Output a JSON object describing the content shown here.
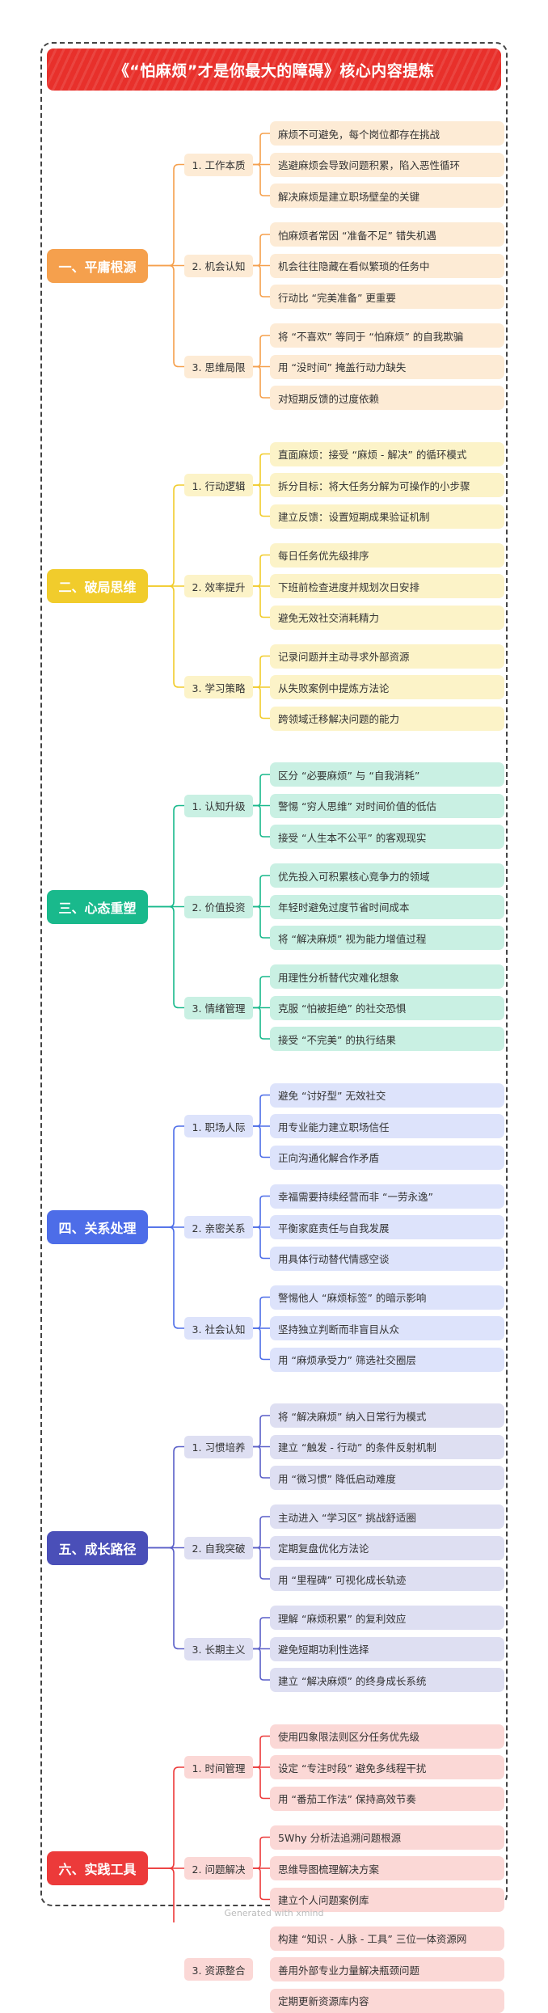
{
  "title": "《“怕麻烦”才是你最大的障碍》核心内容提炼",
  "footer": "Generated with xmind",
  "sections": [
    {
      "label": "一、平庸根源",
      "colors": {
        "main": "#f5a04d",
        "line": "#f5a04d",
        "sub": "#fdebd5",
        "leaf": "#fdebd5"
      },
      "subs": [
        {
          "label": "1. 工作本质",
          "leaves": [
            "麻烦不可避免，每个岗位都存在挑战",
            "逃避麻烦会导致问题积累，陷入恶性循环",
            "解决麻烦是建立职场壁垒的关键"
          ]
        },
        {
          "label": "2. 机会认知",
          "leaves": [
            "怕麻烦者常因 “准备不足” 错失机遇",
            "机会往往隐藏在看似繁琐的任务中",
            "行动比 “完美准备” 更重要"
          ]
        },
        {
          "label": "3. 思维局限",
          "leaves": [
            "将 “不喜欢” 等同于 “怕麻烦” 的自我欺骗",
            "用 “没时间” 掩盖行动力缺失",
            "对短期反馈的过度依赖"
          ]
        }
      ]
    },
    {
      "label": "二、破局思维",
      "colors": {
        "main": "#f1cc2c",
        "line": "#f1cc2c",
        "sub": "#fcf3c8",
        "leaf": "#fcf3c8"
      },
      "subs": [
        {
          "label": "1. 行动逻辑",
          "leaves": [
            "直面麻烦：接受 “麻烦 - 解决” 的循环模式",
            "拆分目标：将大任务分解为可操作的小步骤",
            "建立反馈：设置短期成果验证机制"
          ]
        },
        {
          "label": "2. 效率提升",
          "leaves": [
            "每日任务优先级排序",
            "下班前检查进度并规划次日安排",
            "避免无效社交消耗精力"
          ]
        },
        {
          "label": "3. 学习策略",
          "leaves": [
            "记录问题并主动寻求外部资源",
            "从失败案例中提炼方法论",
            "跨领域迁移解决问题的能力"
          ]
        }
      ]
    },
    {
      "label": "三、心态重塑",
      "colors": {
        "main": "#19b98c",
        "line": "#19b98c",
        "sub": "#c9f0e3",
        "leaf": "#c9f0e3"
      },
      "subs": [
        {
          "label": "1. 认知升级",
          "leaves": [
            "区分 “必要麻烦” 与 “自我消耗”",
            "警惕 “穷人思维” 对时间价值的低估",
            "接受 “人生本不公平” 的客观现实"
          ]
        },
        {
          "label": "2. 价值投资",
          "leaves": [
            "优先投入可积累核心竞争力的领域",
            "年轻时避免过度节省时间成本",
            "将 “解决麻烦” 视为能力增值过程"
          ]
        },
        {
          "label": "3. 情绪管理",
          "leaves": [
            "用理性分析替代灾难化想象",
            "克服 “怕被拒绝” 的社交恐惧",
            "接受 “不完美” 的执行结果"
          ]
        }
      ]
    },
    {
      "label": "四、关系处理",
      "colors": {
        "main": "#4d6de8",
        "line": "#4d6de8",
        "sub": "#dde3fb",
        "leaf": "#dde3fb"
      },
      "subs": [
        {
          "label": "1. 职场人际",
          "leaves": [
            "避免 “讨好型” 无效社交",
            "用专业能力建立职场信任",
            "正向沟通化解合作矛盾"
          ]
        },
        {
          "label": "2. 亲密关系",
          "leaves": [
            "幸福需要持续经营而非 “一劳永逸”",
            "平衡家庭责任与自我发展",
            "用具体行动替代情感空谈"
          ]
        },
        {
          "label": "3. 社会认知",
          "leaves": [
            "警惕他人 “麻烦标签” 的暗示影响",
            "坚持独立判断而非盲目从众",
            "用 “麻烦承受力” 筛选社交圈层"
          ]
        }
      ]
    },
    {
      "label": "五、成长路径",
      "colors": {
        "main": "#4a4fb8",
        "line": "#5a5fc8",
        "sub": "#dedff2",
        "leaf": "#dedff2"
      },
      "subs": [
        {
          "label": "1. 习惯培养",
          "leaves": [
            "将 “解决麻烦” 纳入日常行为模式",
            "建立 “触发 - 行动” 的条件反射机制",
            "用 “微习惯” 降低启动难度"
          ]
        },
        {
          "label": "2. 自我突破",
          "leaves": [
            "主动进入 “学习区” 挑战舒适圈",
            "定期复盘优化方法论",
            "用 “里程碑” 可视化成长轨迹"
          ]
        },
        {
          "label": "3. 长期主义",
          "leaves": [
            "理解 “麻烦积累” 的复利效应",
            "避免短期功利性选择",
            "建立 “解决麻烦” 的终身成长系统"
          ]
        }
      ]
    },
    {
      "label": "六、实践工具",
      "colors": {
        "main": "#ec3a3a",
        "line": "#ec3a3a",
        "sub": "#fbd8d6",
        "leaf": "#fbd8d6"
      },
      "subs": [
        {
          "label": "1. 时间管理",
          "leaves": [
            "使用四象限法则区分任务优先级",
            "设定 “专注时段” 避免多线程干扰",
            "用 “番茄工作法” 保持高效节奏"
          ]
        },
        {
          "label": "2. 问题解决",
          "leaves": [
            "5Why 分析法追溯问题根源",
            "思维导图梳理解决方案",
            "建立个人问题案例库"
          ]
        },
        {
          "label": "3. 资源整合",
          "leaves": [
            "构建 “知识 - 人脉 - 工具” 三位一体资源网",
            "善用外部专业力量解决瓶颈问题",
            "定期更新资源库内容"
          ]
        }
      ]
    }
  ]
}
